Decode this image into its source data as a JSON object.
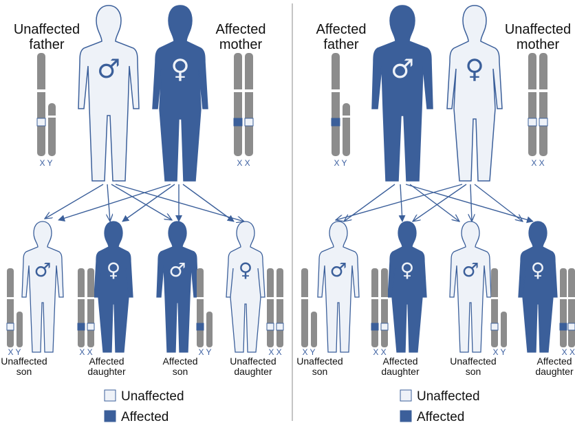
{
  "colors": {
    "affected_fill": "#3b5f9a",
    "unaffected_fill": "#eef2f8",
    "outline": "#3b5f9a",
    "chromosome": "#8c8c8c",
    "divider": "#888888"
  },
  "panels": [
    {
      "father_label": [
        "Unaffected",
        "father"
      ],
      "mother_label": [
        "Affected",
        "mother"
      ],
      "father_chrom_label": "X Y",
      "mother_chrom_label": "X X",
      "children": [
        {
          "label": [
            "Unaffected",
            "son"
          ],
          "chrom_label": "X Y"
        },
        {
          "label": [
            "Affected",
            "daughter"
          ],
          "chrom_label": "X X"
        },
        {
          "label": [
            "Affected",
            "son"
          ],
          "chrom_label": "X Y"
        },
        {
          "label": [
            "Unaffected",
            "daughter"
          ],
          "chrom_label": "X X"
        }
      ],
      "legend": {
        "unaffected": "Unaffected",
        "affected": "Affected"
      }
    },
    {
      "father_label": [
        "Affected",
        "father"
      ],
      "mother_label": [
        "Unaffected",
        "mother"
      ],
      "father_chrom_label": "X Y",
      "mother_chrom_label": "X X",
      "children": [
        {
          "label": [
            "Unaffected",
            "son"
          ],
          "chrom_label": "X Y"
        },
        {
          "label": [
            "Affected",
            "daughter"
          ],
          "chrom_label": "X X"
        },
        {
          "label": [
            "Unaffected",
            "son"
          ],
          "chrom_label": "X Y"
        },
        {
          "label": [
            "Affected",
            "daughter"
          ],
          "chrom_label": "X X"
        }
      ],
      "legend": {
        "unaffected": "Unaffected",
        "affected": "Affected"
      }
    }
  ],
  "symbols": {
    "male": "♂",
    "female": "♀"
  }
}
